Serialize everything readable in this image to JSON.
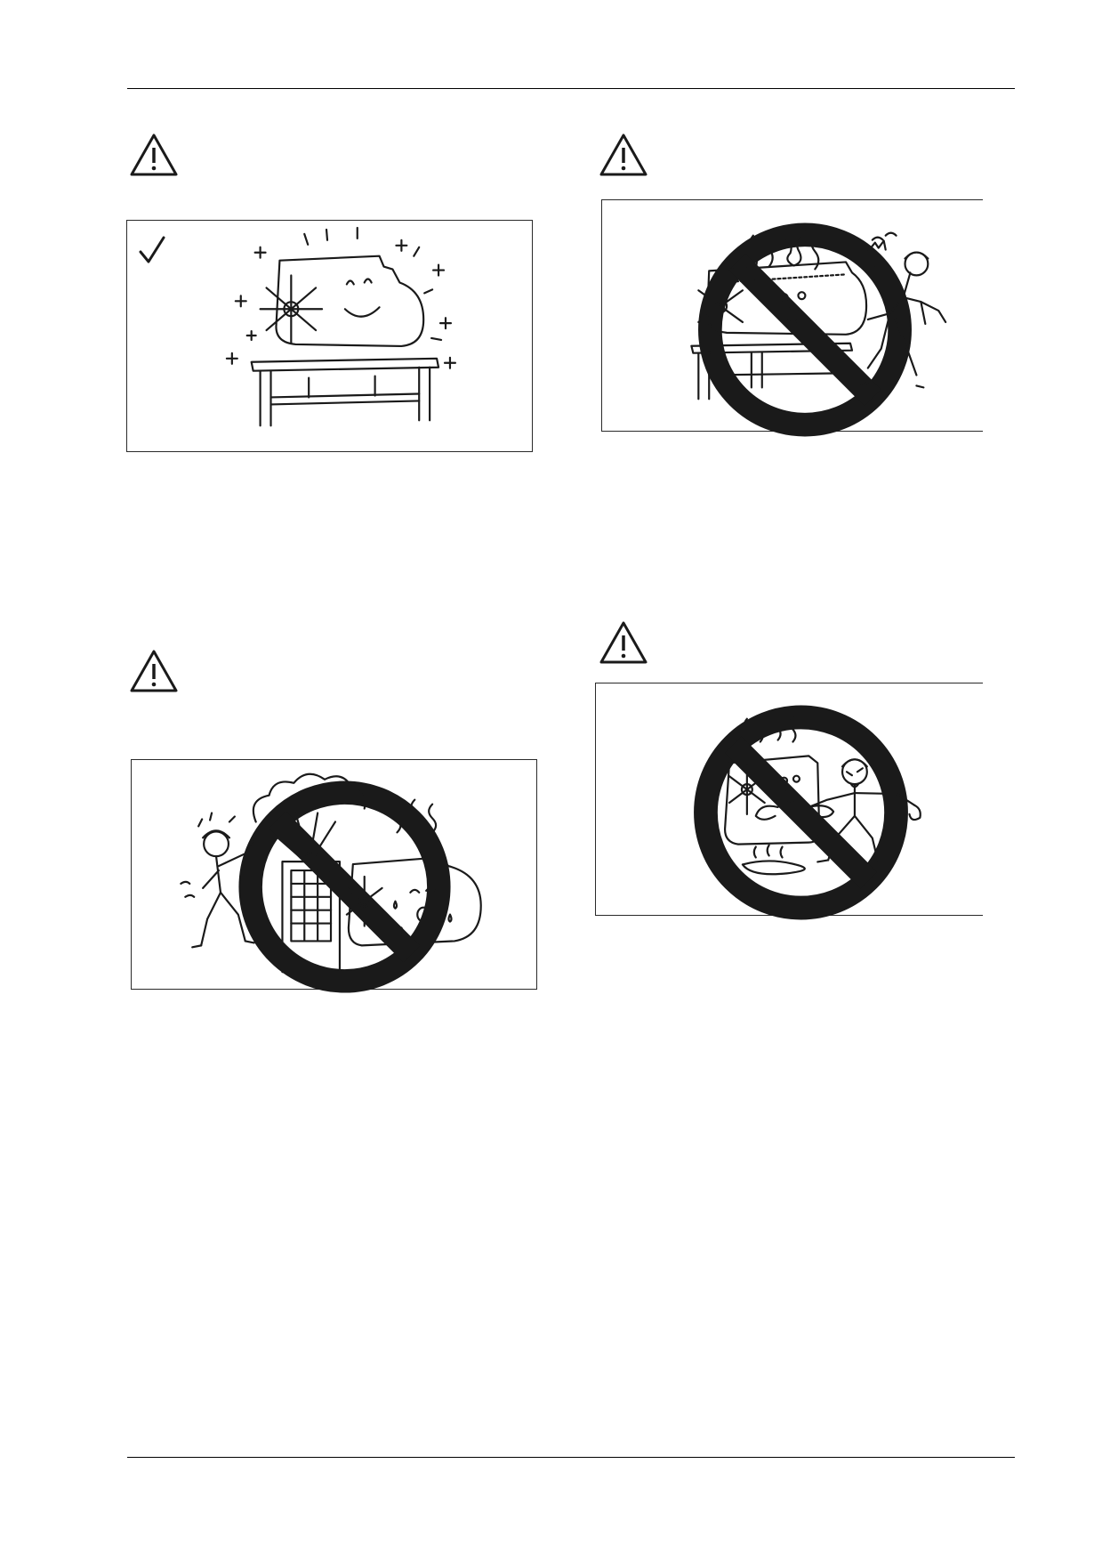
{
  "page": {
    "panels": [
      {
        "id": "top-left",
        "status": "correct",
        "status_icon": "checkmark-icon",
        "subject": "clean-engine-on-stand"
      },
      {
        "id": "top-right",
        "status": "prohibited",
        "status_icon": "prohibited-icon",
        "subject": "hot-engine-burn"
      },
      {
        "id": "bottom-left",
        "status": "prohibited",
        "status_icon": "prohibited-icon",
        "subject": "radiator-cap-scalding-spray"
      },
      {
        "id": "bottom-right",
        "status": "prohibited",
        "status_icon": "prohibited-icon",
        "subject": "running-engine-electric-shock"
      }
    ],
    "warning_icon": "warning-triangle-icon",
    "colors": {
      "ink": "#1a1a1a",
      "paper": "#ffffff"
    }
  }
}
